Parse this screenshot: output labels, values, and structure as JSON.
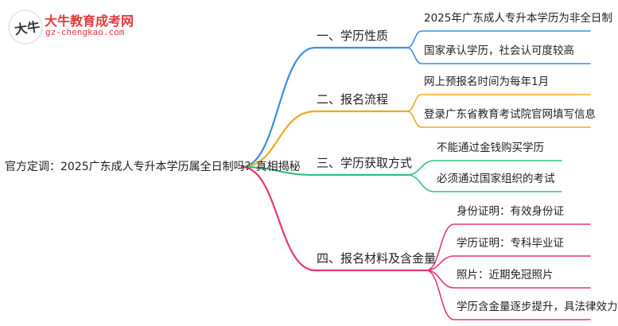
{
  "watermark": {
    "badge_text": "大牛",
    "name": "大牛教育成考网",
    "url": "gz-chengkao.com"
  },
  "root": {
    "label": "官方定调：2025广东成人专升本学历属全日制吗？真相揭秘"
  },
  "branches": [
    {
      "label": "一、学历性质",
      "color": "#3b8fe6",
      "leaves": [
        "2025年广东成人专升本学历为非全日制",
        "国家承认学历，社会认可度较高"
      ]
    },
    {
      "label": "二、报名流程",
      "color": "#f0a81e",
      "leaves": [
        "网上预报名时间为每年1月",
        "登录广东省教育考试院官网填写信息"
      ]
    },
    {
      "label": "三、学历获取方式",
      "color": "#2ec27e",
      "leaves": [
        "不能通过金钱购买学历",
        "必须通过国家组织的考试"
      ]
    },
    {
      "label": "四、报名材料及含金量",
      "color": "#e8356d",
      "leaves": [
        "身份证明：有效身份证",
        "学历证明：专科毕业证",
        "照片：近期免冠照片",
        "学历含金量逐步提升，具法律效力"
      ]
    }
  ]
}
